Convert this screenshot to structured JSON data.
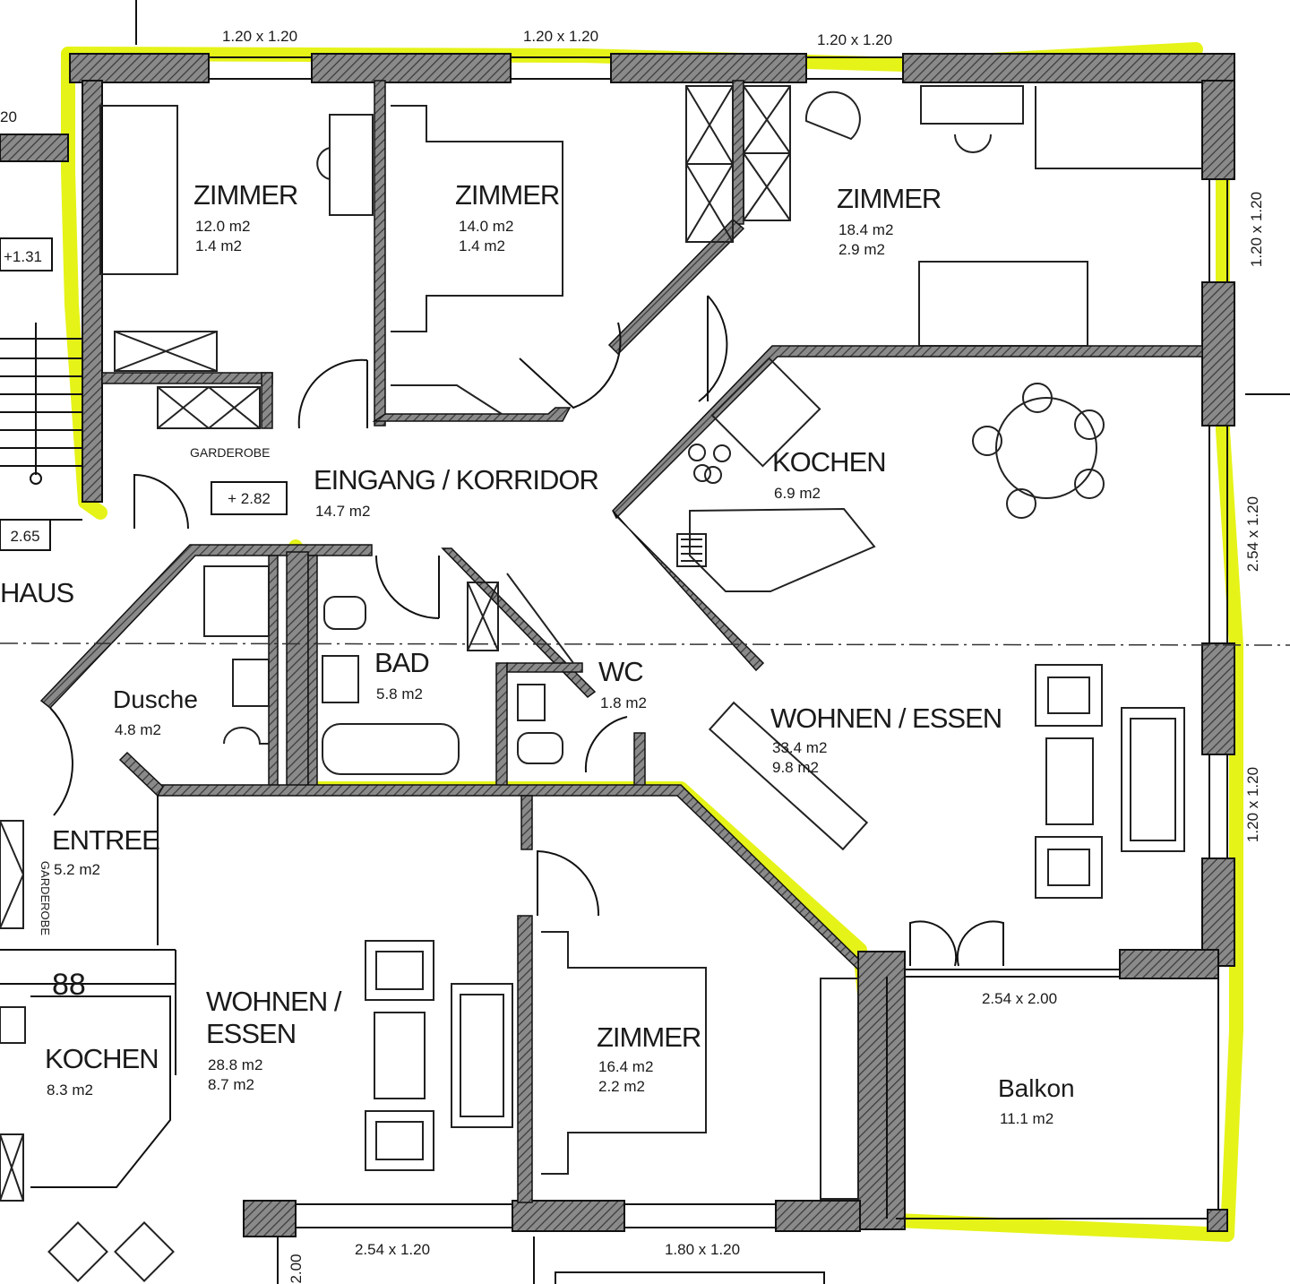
{
  "colors": {
    "highlight": "#e4f20c",
    "wall": "#7a7a7a",
    "line": "#111111",
    "background": "#ffffff"
  },
  "dimensions": {
    "top_1": "1.20 x 1.20",
    "top_2": "1.20 x 1.20",
    "top_3": "1.20 x 1.20",
    "right_1": "1.20 x 1.20",
    "right_2": "2.54 x 1.20",
    "right_3": "1.20 x 1.20",
    "balkon": "2.54 x 2.00",
    "bottom_1": "2.54 x 1.20",
    "bottom_2": "1.80 x 1.20",
    "left_edge": "20",
    "left_bottom": "2.00"
  },
  "levels": {
    "eingang": "+ 2.82",
    "left_1": "+1.31",
    "left_2": "2.65"
  },
  "rooms": {
    "zimmer1": {
      "name": "ZIMMER",
      "area": "12.0 m2",
      "area2": "1.4 m2"
    },
    "zimmer2": {
      "name": "ZIMMER",
      "area": "14.0 m2",
      "area2": "1.4 m2"
    },
    "zimmer3": {
      "name": "ZIMMER",
      "area": "18.4 m2",
      "area2": "2.9 m2"
    },
    "kochen": {
      "name": "KOCHEN",
      "area": "6.9 m2"
    },
    "eingang": {
      "name": "EINGANG / KORRIDOR",
      "area": "14.7 m2"
    },
    "garderobe": {
      "name": "GARDEROBE"
    },
    "dusche": {
      "name": "Dusche",
      "area": "4.8 m2"
    },
    "bad": {
      "name": "BAD",
      "area": "5.8 m2"
    },
    "wc": {
      "name": "WC",
      "area": "1.8 m2"
    },
    "wohnen": {
      "name": "WOHNEN / ESSEN",
      "area": "33.4 m2",
      "area2": "9.8 m2"
    },
    "haus": {
      "name": "HAUS"
    },
    "entree": {
      "name": "ENTREE",
      "area": "5.2 m2"
    },
    "garderobe2": {
      "name": "GARDEROBE"
    },
    "kochen2": {
      "name": "KOCHEN",
      "area": "8.3 m2"
    },
    "wohnen2": {
      "name_line1": "WOHNEN /",
      "name_line2": "ESSEN",
      "area": "28.8 m2",
      "area2": "8.7 m2"
    },
    "zimmer4": {
      "name": "ZIMMER",
      "area": "16.4 m2",
      "area2": "2.2 m2"
    },
    "balkon": {
      "name": "Balkon",
      "area": "11.1 m2"
    }
  },
  "misc": {
    "stove_mark": "88"
  }
}
